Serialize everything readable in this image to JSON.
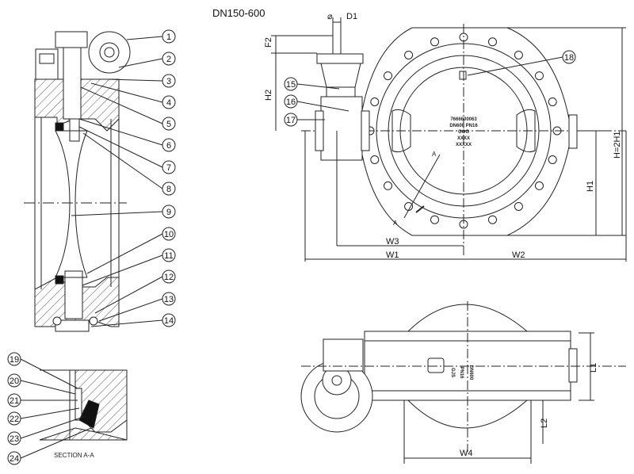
{
  "title": "DN150-600",
  "section_label": "SECTION A-A",
  "callouts_main": [
    "1",
    "2",
    "3",
    "4",
    "5",
    "6",
    "7",
    "8",
    "9",
    "10",
    "11",
    "12",
    "13",
    "14"
  ],
  "callouts_section": [
    "19",
    "20",
    "21",
    "22",
    "23",
    "24"
  ],
  "callouts_front": [
    "15",
    "16",
    "17",
    "18"
  ],
  "dimensions": {
    "d1": "D1",
    "diameter_symbol": "⌀",
    "f2": "F2",
    "h2": "H2",
    "h_total": "H=2H1",
    "h1": "H1",
    "w3": "W3",
    "w1": "W1",
    "w2": "W2",
    "l1": "L1",
    "l2": "L2",
    "w4": "W4"
  },
  "section_marker": "A",
  "disc_marking": {
    "line1": "7666600063",
    "line2": "DN600 PN16",
    "line3": "GGG",
    "line4": "XXXX",
    "line5": "XXXXX"
  },
  "top_view_marking": {
    "line1": "DN600",
    "line2": "PN16",
    "line3": "GJS"
  },
  "colors": {
    "line": "#222222",
    "hatch": "#555555",
    "fill": "#ffffff",
    "dark": "#111111"
  }
}
